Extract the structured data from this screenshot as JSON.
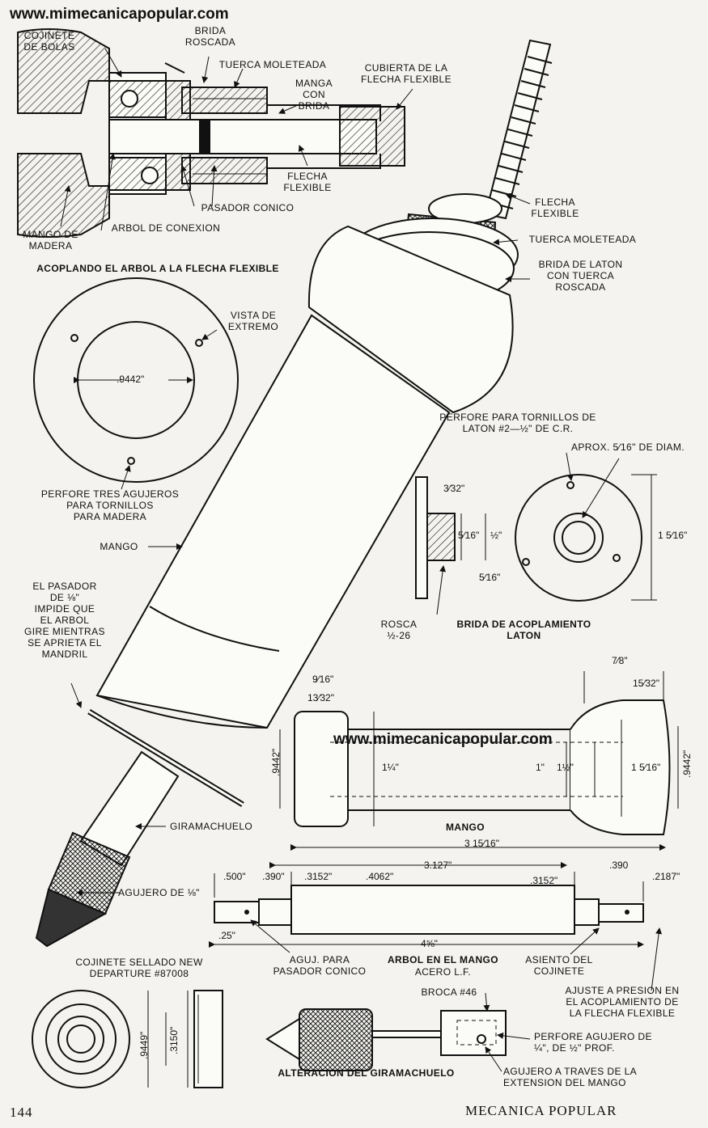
{
  "watermarks": [
    "www.mimecanicapopular.com",
    "www.mimecanicapopular.com"
  ],
  "coupling": {
    "caption": "ACOPLANDO EL ARBOL A LA FLECHA FLEXIBLE",
    "labels": {
      "cojinete_bolas": "COJINETE\nDE BOLAS",
      "brida_roscada": "BRIDA\nROSCADA",
      "tuerca_moleteada": "TUERCA MOLETEADA",
      "cubierta": "CUBIERTA DE LA\nFLECHA FLEXIBLE",
      "manga_brida": "MANGA\nCON\nBRIDA",
      "flecha_flexible": "FLECHA\nFLEXIBLE",
      "pasador_conico": "PASADOR CONICO",
      "mango_madera": "MANGO DE\nMADERA",
      "arbol_conexion": "ARBOL DE CONEXION"
    }
  },
  "end_view": {
    "label": "VISTA DE\nEXTREMO",
    "dimension": ".9442\"",
    "note": "PERFORE TRES AGUJEROS\nPARA TORNILLOS\nPARA MADERA"
  },
  "tool": {
    "flecha_flexible": "FLECHA\nFLEXIBLE",
    "tuerca_moleteada": "TUERCA MOLETEADA",
    "brida_laton": "BRIDA DE LATON\nCON TUERCA\nROSCADA",
    "mango": "MANGO",
    "pasador_note": "EL PASADOR\nDE ⅛\"\nIMPIDE QUE\nEL ARBOL\nGIRE MIENTRAS\nSE APRIETA EL\nMANDRIL",
    "giramachuelo": "GIRAMACHUELO",
    "agujero": "AGUJERO DE ⅛\""
  },
  "flange": {
    "drill_note": "PERFORE PARA TORNILLOS DE\nLATON  #2—½\" DE C.R.",
    "aprox": "APROX. 5⁄16\" DE DIAM.",
    "dims": {
      "d_3_32": "3⁄32\"",
      "d_5_16": "5⁄16\"",
      "d_1_2": "½\"",
      "d_5_16b": "5⁄16\"",
      "d_1_5_16": "1 5⁄16\""
    },
    "rosca": "ROSCA\n½-26",
    "caption": "BRIDA DE ACOPLAMIENTO\nLATON"
  },
  "handle": {
    "caption": "MANGO",
    "dims": {
      "top_9_16": "9⁄16\"",
      "top_13_32": "13⁄32\"",
      "top_7_8": "7⁄8\"",
      "top_15_32": "15⁄32\"",
      "left_9442": ".9442\"",
      "d_1_1_4": "1¼\"",
      "d_1": "1\"",
      "d_1_1_2": "1½\"",
      "d_1_5_16": "1 5⁄16\"",
      "right_9442": ".9442\"",
      "overall": "3 15⁄16\""
    }
  },
  "arbor": {
    "caption": "ARBOL EN EL MANGO",
    "material": "ACERO L.F.",
    "dims": {
      "a500": ".500\"",
      "a390": ".390\"",
      "a3152": ".3152\"",
      "a4062": ".4062\"",
      "a3127": "3.127\"",
      "a3152b": ".3152\"",
      "a390b": ".390",
      "a2187": ".2187\"",
      "a25": ".25\"",
      "a4_5_8": "4⅝\""
    },
    "aguj": "AGUJ. PARA\nPASADOR CONICO",
    "asiento": "ASIENTO DEL\nCOJINETE",
    "ajuste": "AJUSTE A PRESION EN\nEL ACOPLAMIENTO DE\nLA FLECHA FLEXIBLE"
  },
  "bearing": {
    "caption": "COJINETE SELLADO NEW\nDEPARTURE #87008",
    "dims": {
      "d9449": ".9449\"",
      "d3150": ".3150\""
    }
  },
  "alteration": {
    "broca": "BROCA #46",
    "perfore": "PERFORE AGUJERO DE\n¼\", DE ½\" PROF.",
    "agujero": "AGUJERO A TRAVES DE LA\nEXTENSION DEL MANGO",
    "caption": "ALTERACION DEL GIRAMACHUELO"
  },
  "footer": {
    "page": "144",
    "magazine": "MECANICA POPULAR"
  }
}
